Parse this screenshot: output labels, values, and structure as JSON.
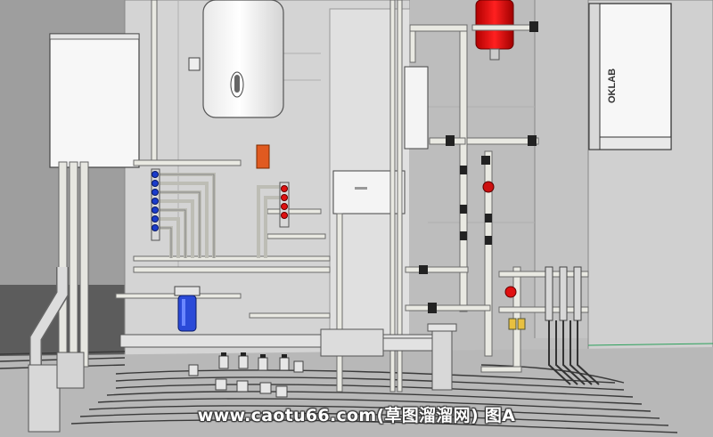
{
  "scene": {
    "colors": {
      "background": "#ffffff",
      "wall_left": "#a8a8a8",
      "wall_dark": "#7a7a7a",
      "glass": "#d6d6d6",
      "pipe": "#e8e8e0",
      "pipe_stroke": "#6a6a6a",
      "valve_red": "#e01010",
      "valve_blue": "#1a3ccc",
      "filter_blue": "#2a4ad8",
      "tank_red": "#e00c0c",
      "boiler_white": "#f7f7f7",
      "floor": "#bdbdbd"
    }
  },
  "boiler": {
    "logo": "OKLAB"
  },
  "watermark": {
    "site": "www.caotu66.com",
    "cn": "(草图溜溜网)",
    "fig": "图A"
  }
}
